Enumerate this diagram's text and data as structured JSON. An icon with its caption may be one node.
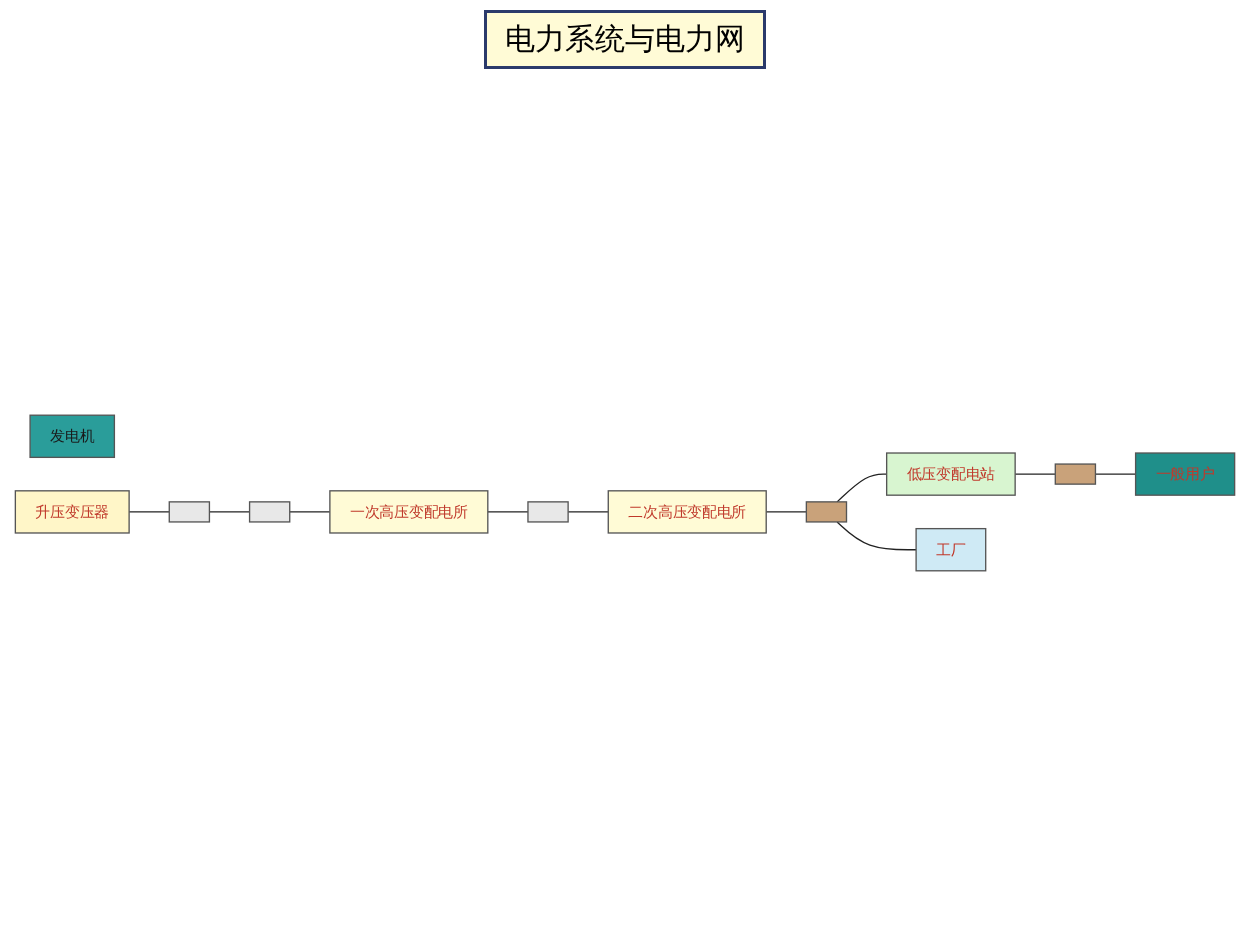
{
  "diagram": {
    "title": "电力系统与电力网",
    "nodes": [
      {
        "text": [
          "发电机"
        ]
      },
      {
        "text": [
          "升压变压器"
        ]
      },
      {
        "text": [],
        "shape": "box"
      },
      {
        "text": [],
        "shape": "box"
      },
      {
        "text": [
          "一次高压变配电所"
        ]
      },
      {
        "text": [],
        "shape": "box"
      },
      {
        "text": [
          "二次高压变配电所"
        ]
      },
      {
        "text": [],
        "shape": "box"
      },
      {
        "text": [
          "低压变配电站"
        ]
      },
      {
        "text": [],
        "shape": "box"
      },
      {
        "text": [
          "一般用户"
        ]
      },
      {
        "text": [
          "工厂"
        ]
      }
    ],
    "edges": [
      {
        "from": 1,
        "to": 2,
        "arrow": "none"
      },
      {
        "from": 2,
        "to": 3,
        "arrow": "none"
      },
      {
        "from": 3,
        "to": 4,
        "arrow": "none"
      },
      {
        "from": 4,
        "to": 5,
        "arrow": "none"
      },
      {
        "from": 5,
        "to": 6,
        "arrow": "none"
      },
      {
        "from": 6,
        "to": 7,
        "arrow": "none"
      },
      {
        "from": 7,
        "to": 8,
        "arrow": "none"
      },
      {
        "from": 7,
        "to": 11,
        "arrow": "none"
      },
      {
        "from": 8,
        "to": 9,
        "arrow": "none"
      },
      {
        "from": 9,
        "to": 10,
        "arrow": "none"
      }
    ]
  }
}
